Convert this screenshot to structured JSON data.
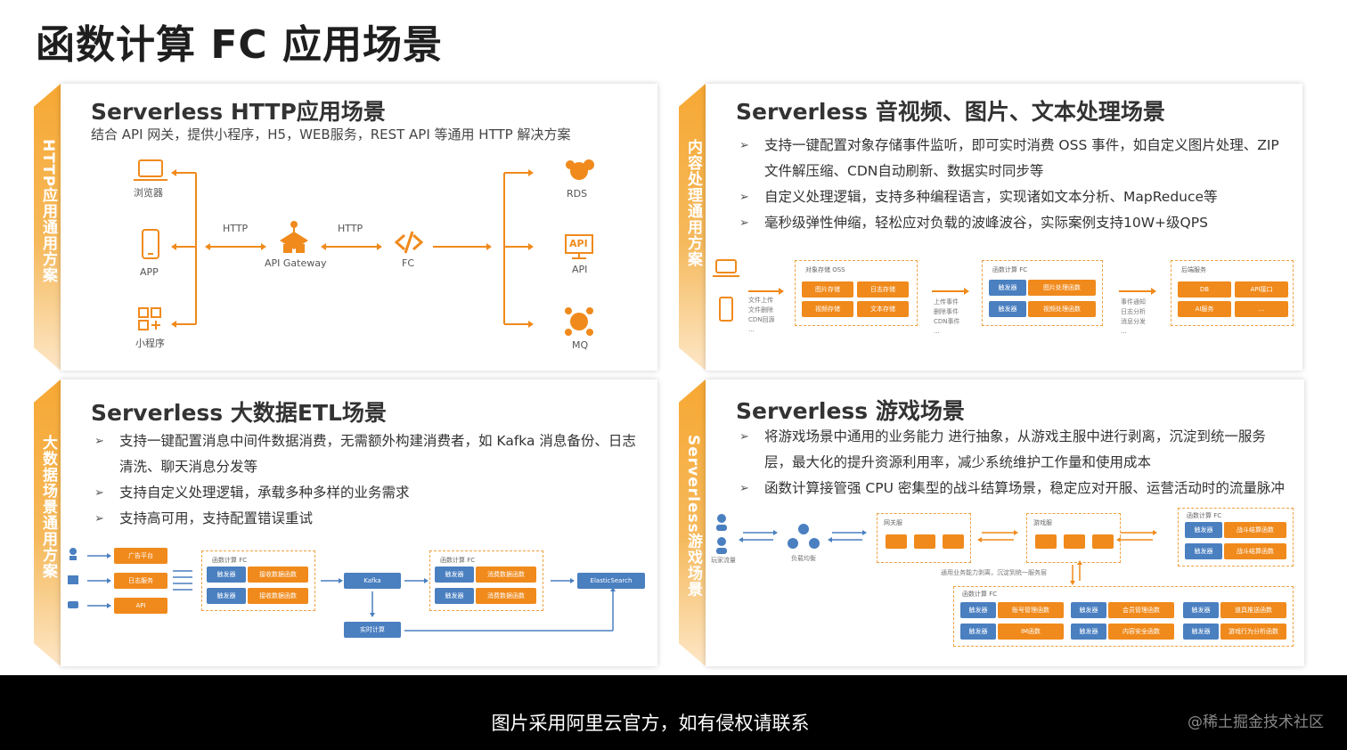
{
  "slide": {
    "title": "函数计算 FC 应用场景"
  },
  "panels": {
    "http": {
      "tab": "HTTP应用通用方案",
      "title": "Serverless HTTP应用场景",
      "subtitle": "结合 API 网关，提供小程序，H5，WEB服务，REST API 等通用 HTTP 解决方案",
      "clients": [
        "浏览器",
        "APP",
        "小程序"
      ],
      "protocol_left": "HTTP",
      "protocol_right": "HTTP",
      "gateway": "API Gateway",
      "fc": "FC",
      "backends": [
        "RDS",
        "API",
        "MQ"
      ],
      "api_badge": "API"
    },
    "media": {
      "tab": "内容处理通用方案",
      "title": "Serverless 音视频、图片、文本处理场景",
      "bullets": [
        "支持一键配置对象存储事件监听，即可实时消费 OSS 事件，如自定义图片处理、ZIP文件解压缩、CDN自动刷新、数据实时同步等",
        "自定义处理逻辑，支持多种编程语言，实现诸如文本分析、MapReduce等",
        "毫秒级弹性伸缩，轻松应对负载的波峰波谷，实际案例支持10W+级QPS"
      ],
      "bullet_mark": "➢",
      "diagram": {
        "left_notes": [
          "文件上传",
          "文件删除",
          "CDN回源",
          "..."
        ],
        "oss_title": "对象存储 OSS",
        "oss_items": [
          "图片存储",
          "日志存储",
          "视频存储",
          "文本存储"
        ],
        "mid_notes": [
          "上传事件",
          "删除事件",
          "CDN事件",
          "..."
        ],
        "fc_title": "函数计算 FC",
        "fc_rows": [
          [
            "触发器",
            "图片处理函数"
          ],
          [
            "触发器",
            "视频处理函数"
          ]
        ],
        "right_notes": [
          "事件通知",
          "日志分析",
          "消息分发",
          "..."
        ],
        "svc_title": "后端服务",
        "svc_items": [
          "DB",
          "API接口",
          "AI服务",
          "..."
        ]
      }
    },
    "etl": {
      "tab": "大数据场景通用方案",
      "title": "Serverless 大数据ETL场景",
      "bullets": [
        "支持一键配置消息中间件数据消费，无需额外构建消费者，如 Kafka 消息备份、日志清洗、聊天消息分发等",
        "支持自定义处理逻辑，承载多种多样的业务需求",
        "支持高可用，支持配置错误重试"
      ],
      "bullet_mark": "➢",
      "diagram": {
        "sources": [
          "广告平台",
          "日志服务",
          "API"
        ],
        "fc_title": "函数计算 FC",
        "fc1_rows": [
          [
            "触发器",
            "接收数据函数"
          ],
          [
            "触发器",
            "接收数据函数"
          ]
        ],
        "kafka": "Kafka",
        "fc2_rows": [
          [
            "触发器",
            "消费数据函数"
          ],
          [
            "触发器",
            "消费数据函数"
          ]
        ],
        "es": "ElasticSearch",
        "realtime": "实时计算"
      }
    },
    "game": {
      "tab": "Serverless游戏场景",
      "title": "Serverless 游戏场景",
      "bullets": [
        "将游戏场景中通用的业务能力 进行抽象，从游戏主服中进行剥离，沉淀到统一服务层，最大化的提升资源利用率，减少系统维护工作量和使用成本",
        "函数计算接管强 CPU 密集型的战斗结算场景，稳定应对开服、运营活动时的流量脉冲"
      ],
      "bullet_mark": "➢",
      "diagram": {
        "users_label": "玩家流量",
        "lb_label": "负载均衡",
        "gw_title": "网关服",
        "game_title": "游戏服",
        "fc_title": "函数计算 FC",
        "right_rows": [
          [
            "触发器",
            "战斗结算函数"
          ],
          [
            "触发器",
            "战斗结算函数"
          ]
        ],
        "note": "通用业务能力剥离，沉淀到统一服务层",
        "bottom_rows": [
          [
            "触发器",
            "账号管理函数"
          ],
          [
            "触发器",
            "会员管理函数"
          ],
          [
            "触发器",
            "道具推送函数"
          ],
          [
            "触发器",
            "IM函数"
          ],
          [
            "触发器",
            "内容安全函数"
          ],
          [
            "触发器",
            "游戏行为分析函数"
          ]
        ]
      }
    }
  },
  "footer": {
    "caption": "图片采用阿里云官方，如有侵权请联系",
    "watermark": "@稀土掘金技术社区"
  },
  "colors": {
    "accent": "#f08a1c",
    "blue": "#4a7fc0",
    "tab": "#f7a833",
    "footer": "#000000"
  },
  "icons": [
    "laptop-icon",
    "phone-icon",
    "miniprogram-icon",
    "api-gateway-icon",
    "fc-icon",
    "database-icon",
    "api-icon",
    "mq-icon",
    "user-icon",
    "load-balancer-icon"
  ]
}
